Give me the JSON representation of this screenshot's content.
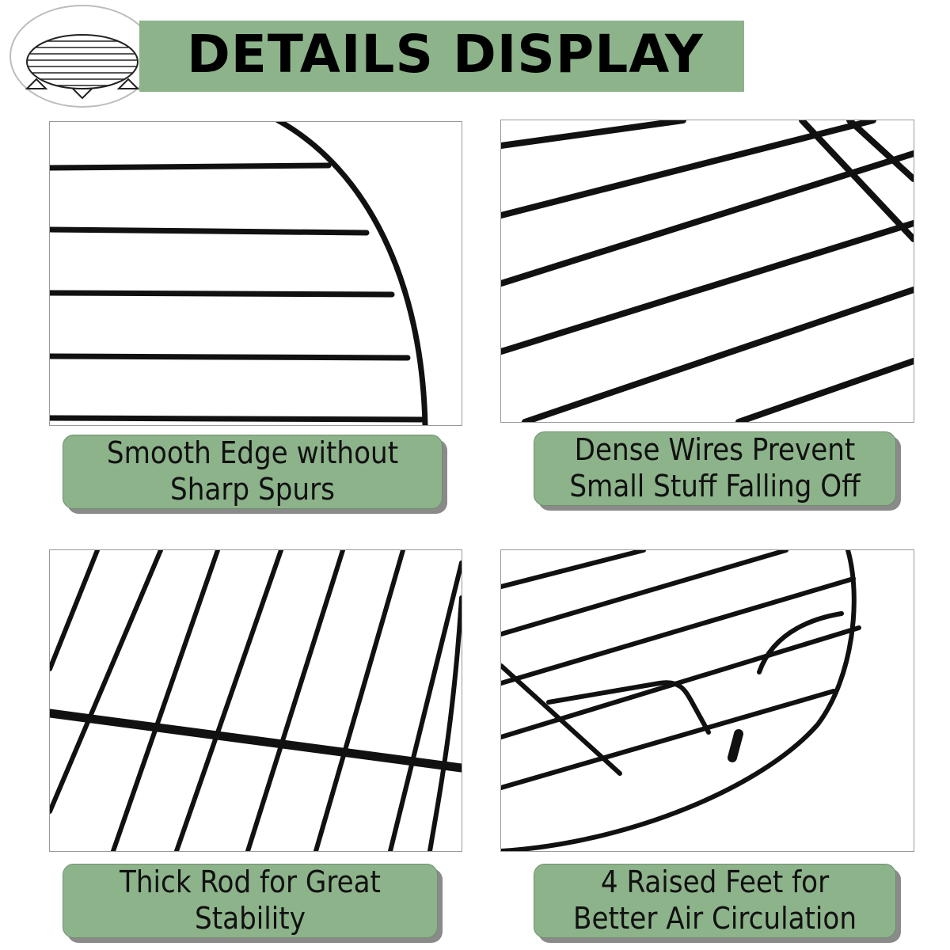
{
  "header": {
    "title": "DETAILS DISPLAY"
  },
  "panels": [
    {
      "caption": [
        "Smooth Edge without",
        "Sharp Spurs"
      ]
    },
    {
      "caption": [
        "Dense Wires Prevent",
        "Small Stuff Falling Off"
      ]
    },
    {
      "caption": [
        "Thick Rod for Great Stability"
      ]
    },
    {
      "caption": [
        "4 Raised Feet for",
        "Better Air Circulation"
      ]
    }
  ],
  "colors": {
    "accent": "#8db38b",
    "wire": "#111111",
    "caption_shadow": "#8a8a8a"
  }
}
